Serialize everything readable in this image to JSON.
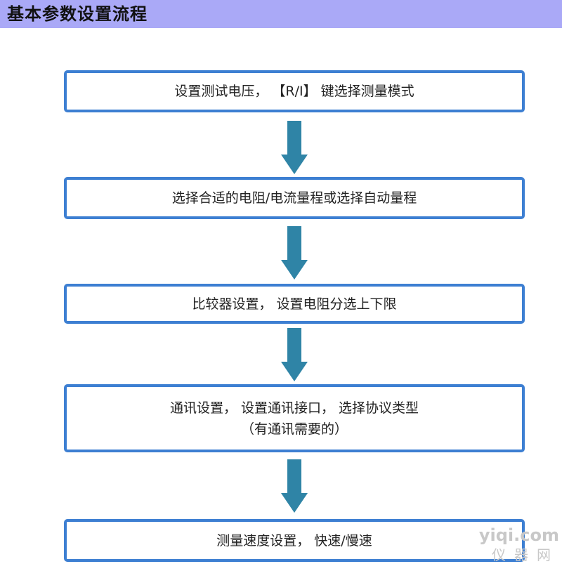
{
  "title": "基本参数设置流程",
  "steps": [
    {
      "lines": [
        "设置测试电压， 【R/I】 键选择测量模式"
      ]
    },
    {
      "lines": [
        "选择合适的电阻/电流量程或选择自动量程"
      ]
    },
    {
      "lines": [
        "比较器设置， 设置电阻分选上下限"
      ]
    },
    {
      "lines": [
        "通讯设置， 设置通讯接口， 选择协议类型",
        "（有通讯需要的）"
      ]
    },
    {
      "lines": [
        "测量速度设置， 快速/慢速"
      ]
    }
  ],
  "watermark": {
    "domain": "yiqi.com",
    "text": "仪器网"
  },
  "colors": {
    "title_bar": "#aaa9f7",
    "box_border": "#3d7fd2",
    "arrow": "#2f84a6"
  },
  "icons": {
    "arrow": "down-arrow-icon"
  }
}
